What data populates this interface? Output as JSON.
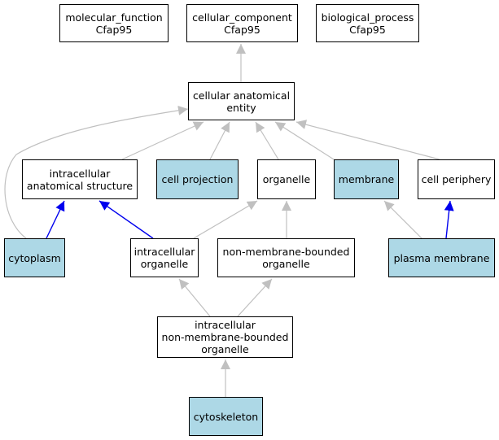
{
  "colors": {
    "highlight_fill": "#add8e6",
    "default_fill": "#ffffff",
    "is_a_edge": "#c0c0c0",
    "part_of_edge": "#0000ee"
  },
  "nodes": {
    "molecular_function": {
      "label": "molecular_function\nCfap95",
      "highlighted": false
    },
    "cellular_component": {
      "label": "cellular_component\nCfap95",
      "highlighted": false
    },
    "biological_process": {
      "label": "biological_process\nCfap95",
      "highlighted": false
    },
    "cellular_anatomical_entity": {
      "label": "cellular anatomical\nentity",
      "highlighted": false
    },
    "intracellular_anatomical_structure": {
      "label": "intracellular\nanatomical structure",
      "highlighted": false
    },
    "cell_projection": {
      "label": "cell projection",
      "highlighted": true
    },
    "organelle": {
      "label": "organelle",
      "highlighted": false
    },
    "membrane": {
      "label": "membrane",
      "highlighted": true
    },
    "cell_periphery": {
      "label": "cell periphery",
      "highlighted": false
    },
    "cytoplasm": {
      "label": "cytoplasm",
      "highlighted": true
    },
    "intracellular_organelle": {
      "label": "intracellular\norganelle",
      "highlighted": false
    },
    "non_membrane_bounded_organelle": {
      "label": "non-membrane-bounded\norganelle",
      "highlighted": false
    },
    "plasma_membrane": {
      "label": "plasma membrane",
      "highlighted": true
    },
    "intracellular_non_membrane_bounded_organelle": {
      "label": "intracellular\nnon-membrane-bounded\norganelle",
      "highlighted": false
    },
    "cytoskeleton": {
      "label": "cytoskeleton",
      "highlighted": true
    }
  },
  "edges": [
    {
      "from": "cellular_anatomical_entity",
      "to": "cellular_component",
      "type": "is_a"
    },
    {
      "from": "intracellular_anatomical_structure",
      "to": "cellular_anatomical_entity",
      "type": "is_a"
    },
    {
      "from": "cell_projection",
      "to": "cellular_anatomical_entity",
      "type": "is_a"
    },
    {
      "from": "organelle",
      "to": "cellular_anatomical_entity",
      "type": "is_a"
    },
    {
      "from": "membrane",
      "to": "cellular_anatomical_entity",
      "type": "is_a"
    },
    {
      "from": "cell_periphery",
      "to": "cellular_anatomical_entity",
      "type": "is_a"
    },
    {
      "from": "cytoplasm",
      "to": "cellular_anatomical_entity",
      "type": "is_a"
    },
    {
      "from": "cytoplasm",
      "to": "intracellular_anatomical_structure",
      "type": "part_of"
    },
    {
      "from": "intracellular_organelle",
      "to": "intracellular_anatomical_structure",
      "type": "part_of"
    },
    {
      "from": "intracellular_organelle",
      "to": "organelle",
      "type": "is_a"
    },
    {
      "from": "non_membrane_bounded_organelle",
      "to": "organelle",
      "type": "is_a"
    },
    {
      "from": "plasma_membrane",
      "to": "membrane",
      "type": "is_a"
    },
    {
      "from": "plasma_membrane",
      "to": "cell_periphery",
      "type": "part_of"
    },
    {
      "from": "intracellular_non_membrane_bounded_organelle",
      "to": "intracellular_organelle",
      "type": "is_a"
    },
    {
      "from": "intracellular_non_membrane_bounded_organelle",
      "to": "non_membrane_bounded_organelle",
      "type": "is_a"
    },
    {
      "from": "cytoskeleton",
      "to": "intracellular_non_membrane_bounded_organelle",
      "type": "is_a"
    }
  ]
}
